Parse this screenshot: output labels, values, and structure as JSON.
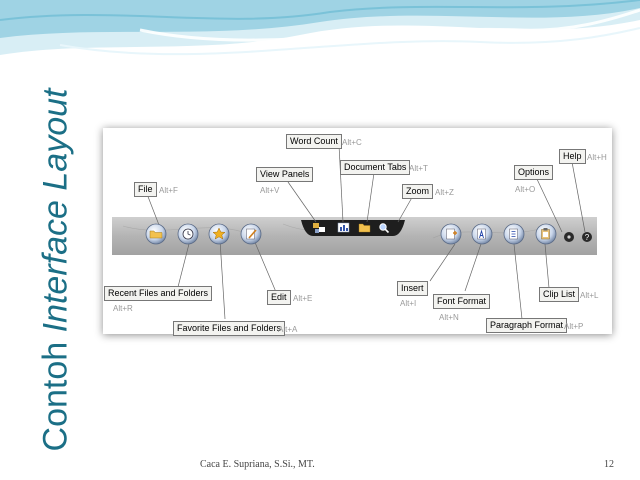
{
  "slide": {
    "title_normal": "Contoh",
    "title_italic": "Interface Layout",
    "footer_author": "Caca E. Supriana, S.Si., MT.",
    "page_number": "12"
  },
  "toolbar_buttons": [
    {
      "name": "file-button",
      "icon": "folder-open-icon"
    },
    {
      "name": "recent-files-button",
      "icon": "clock-icon"
    },
    {
      "name": "favorite-files-button",
      "icon": "star-icon"
    },
    {
      "name": "edit-button",
      "icon": "pencil-icon"
    },
    {
      "name": "view-panels-button",
      "icon": "panels-icon"
    },
    {
      "name": "word-count-button",
      "icon": "bar-chart-icon"
    },
    {
      "name": "document-tabs-button",
      "icon": "folder-icon"
    },
    {
      "name": "zoom-button",
      "icon": "magnifier-icon"
    },
    {
      "name": "insert-button",
      "icon": "insert-page-icon"
    },
    {
      "name": "font-format-button",
      "icon": "font-letter-icon"
    },
    {
      "name": "paragraph-format-button",
      "icon": "paragraph-icon"
    },
    {
      "name": "clip-list-button",
      "icon": "clipboard-icon"
    },
    {
      "name": "options-button",
      "icon": "options-icon"
    },
    {
      "name": "help-button",
      "icon": "question-mark-icon"
    }
  ],
  "callouts": {
    "file": {
      "label": "File",
      "shortcut": "Alt+F"
    },
    "view_panels": {
      "label": "View Panels",
      "shortcut": "Alt+V"
    },
    "word_count": {
      "label": "Word Count",
      "shortcut": "Alt+C"
    },
    "document_tabs": {
      "label": "Document Tabs",
      "shortcut": "Alt+T"
    },
    "zoom": {
      "label": "Zoom",
      "shortcut": "Alt+Z"
    },
    "options": {
      "label": "Options",
      "shortcut": "Alt+O"
    },
    "help": {
      "label": "Help",
      "shortcut": "Alt+H"
    },
    "recent": {
      "label": "Recent Files and Folders",
      "shortcut": "Alt+R"
    },
    "edit": {
      "label": "Edit",
      "shortcut": "Alt+E"
    },
    "favorite": {
      "label": "Favorite Files and Folders",
      "shortcut": "Alt+A"
    },
    "insert": {
      "label": "Insert",
      "shortcut": "Alt+I"
    },
    "font_format": {
      "label": "Font Format",
      "shortcut": "Alt+N"
    },
    "paragraph_format": {
      "label": "Paragraph Format",
      "shortcut": "Alt+P"
    },
    "clip_list": {
      "label": "Clip List",
      "shortcut": "Alt+L"
    }
  },
  "colors": {
    "title": "#1b6f86",
    "wave_dark": "#7ec6dc",
    "wave_light": "#cfeaf3",
    "toolbar_bg": "#b8b8b8",
    "toolbar_center": "#1e1e1e"
  }
}
